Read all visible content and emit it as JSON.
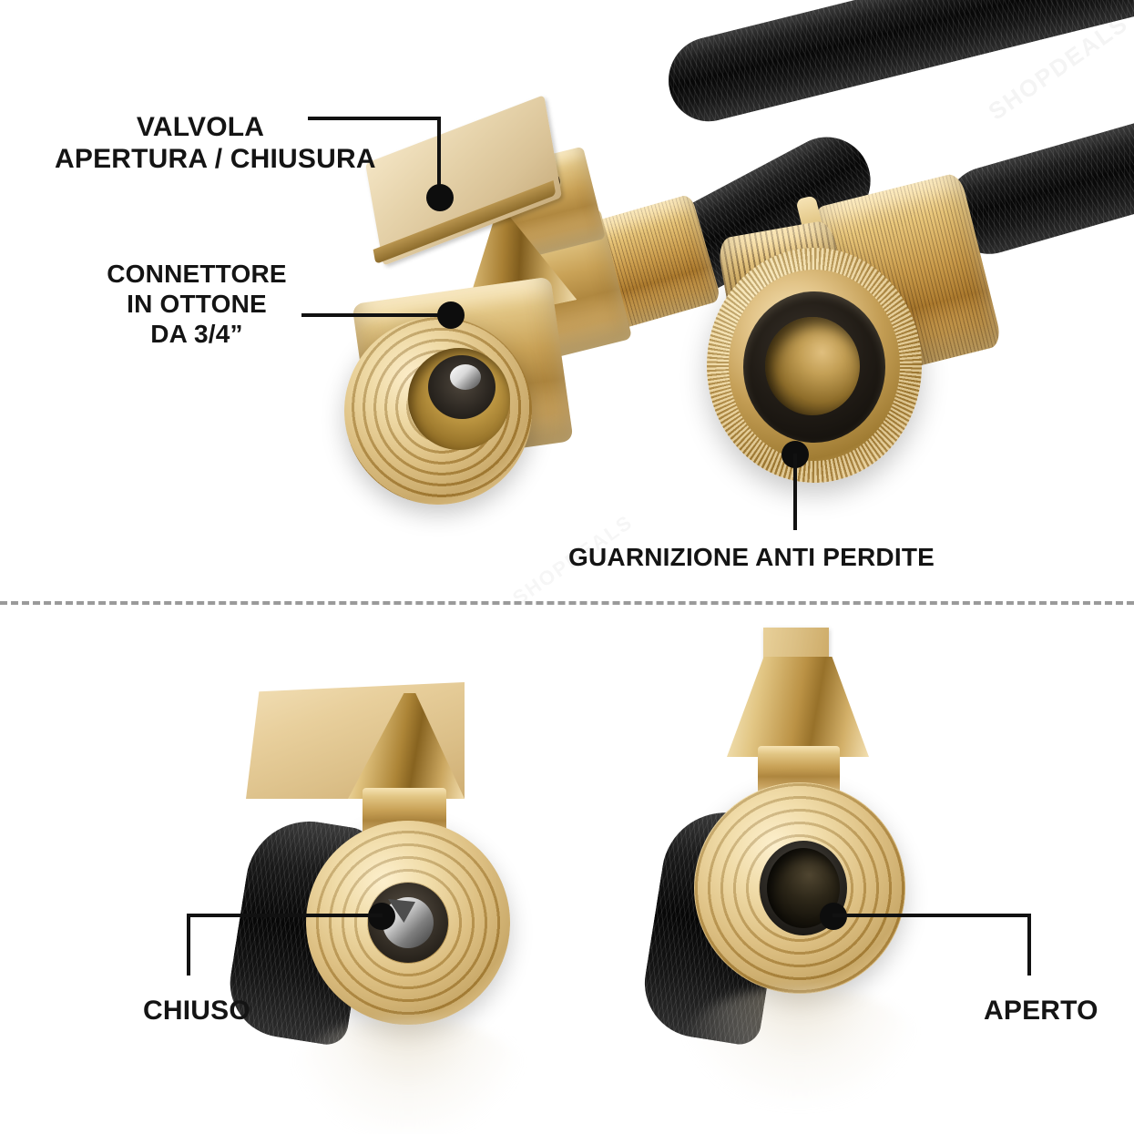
{
  "page": {
    "title": "Tubo da giardino estensibile - caratteristiche",
    "background_color": "#ffffff",
    "watermark_text": "SHOPDEALS"
  },
  "divider": {
    "style": "dashed",
    "color": "#9a9a9a"
  },
  "top_section": {
    "labels": {
      "valve": {
        "line1": "VALVOLA",
        "line2": "APERTURA / CHIUSURA"
      },
      "connector": {
        "line1": "CONNETTORE",
        "line2": "IN OTTONE",
        "line3": "DA 3/4”"
      },
      "gasket": {
        "line1": "GUARNIZIONE ANTI PERDITE"
      }
    },
    "parts": {
      "hose_color": "#0c0c0c",
      "brass_color": "#c9a257",
      "gasket_color": "#151210"
    }
  },
  "bottom_section": {
    "labels": {
      "closed": "CHIUSO",
      "open": "APERTO"
    },
    "states": [
      {
        "name": "closed",
        "handle": "perpendicular",
        "bore": "blocked"
      },
      {
        "name": "open",
        "handle": "aligned",
        "bore": "open"
      }
    ]
  },
  "callout_marker": {
    "color": "#0d0d0d",
    "leader_color": "#111111"
  }
}
